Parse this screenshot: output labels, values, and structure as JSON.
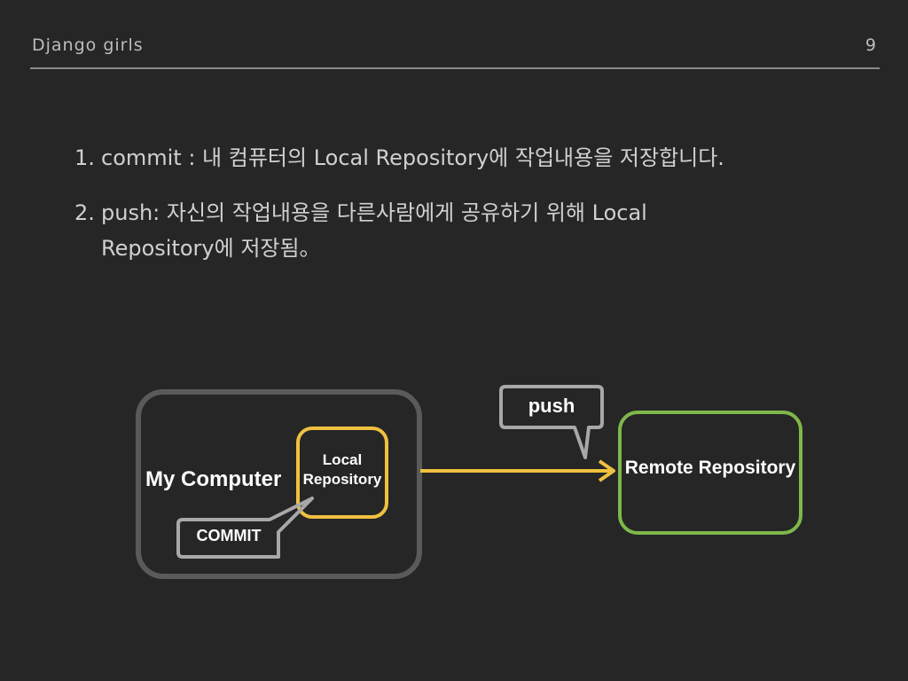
{
  "header": {
    "title": "Django girls",
    "page_number": "9"
  },
  "points": [
    {
      "num": "1.",
      "text": "commit : 내 컴퓨터의 Local Repository에 작업내용을 저장합니다."
    },
    {
      "num": "2.",
      "text": "push: 자신의 작업내용을 다른사람에게 공유하기 위해 Local Repository에 저장됨。"
    }
  ],
  "diagram": {
    "my_computer_label": "My Computer",
    "local_repository_line1": "Local",
    "local_repository_line2": "Repository",
    "commit_label": "COMMIT",
    "push_label": "push",
    "remote_repository_label": "Remote Repository",
    "colors": {
      "my_computer_border": "#5a5a5a",
      "local_repository_border": "#f0c040",
      "commit_border": "#a8a8a8",
      "push_border": "#a8a8a8",
      "arrow": "#f0c040",
      "remote_repository_border": "#7fb84a"
    }
  }
}
